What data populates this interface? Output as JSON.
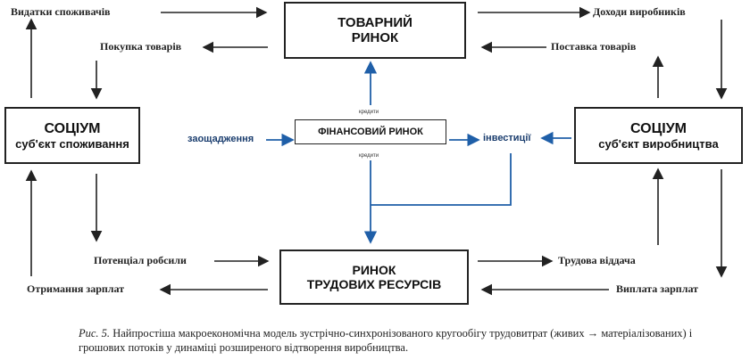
{
  "boxes": {
    "goods_market": {
      "line1": "ТОВАРНИЙ",
      "line2": "РИНОК"
    },
    "society_left": {
      "title": "СОЦІУМ",
      "subtitle": "суб'єкт споживання"
    },
    "society_right": {
      "title": "СОЦІУМ",
      "subtitle": "суб'єкт виробництва"
    },
    "financial_market": {
      "title": "ФІНАНСОВИЙ РИНОК"
    },
    "labor_market": {
      "line1": "РИНОК",
      "line2": "ТРУДОВИХ РЕСУРСІВ"
    }
  },
  "flows": {
    "consumer_spending": "Видатки споживачів",
    "producer_income": "Доходи виробників",
    "goods_purchase": "Покупка товарів",
    "goods_supply": "Поставка товарів",
    "savings": "заощадження",
    "investments": "інвестиції",
    "credits_top": "кредити",
    "credits_bottom": "кредити",
    "labor_potential": "Потенціал робсили",
    "labor_output": "Трудова віддача",
    "wages_received": "Отримання зарплат",
    "wages_paid": "Виплата зарплат"
  },
  "caption": {
    "prefix": "Рис. 5.",
    "text": "Найпростіша макроекономічна модель зустрічно-синхронізованого кругообігу трудовитрат (живих → матеріалізованих) і грошових потоків у динаміці розширеного відтворення виробництва."
  },
  "colors": {
    "black_flow": "#222222",
    "blue_flow": "#1f5fa8"
  }
}
